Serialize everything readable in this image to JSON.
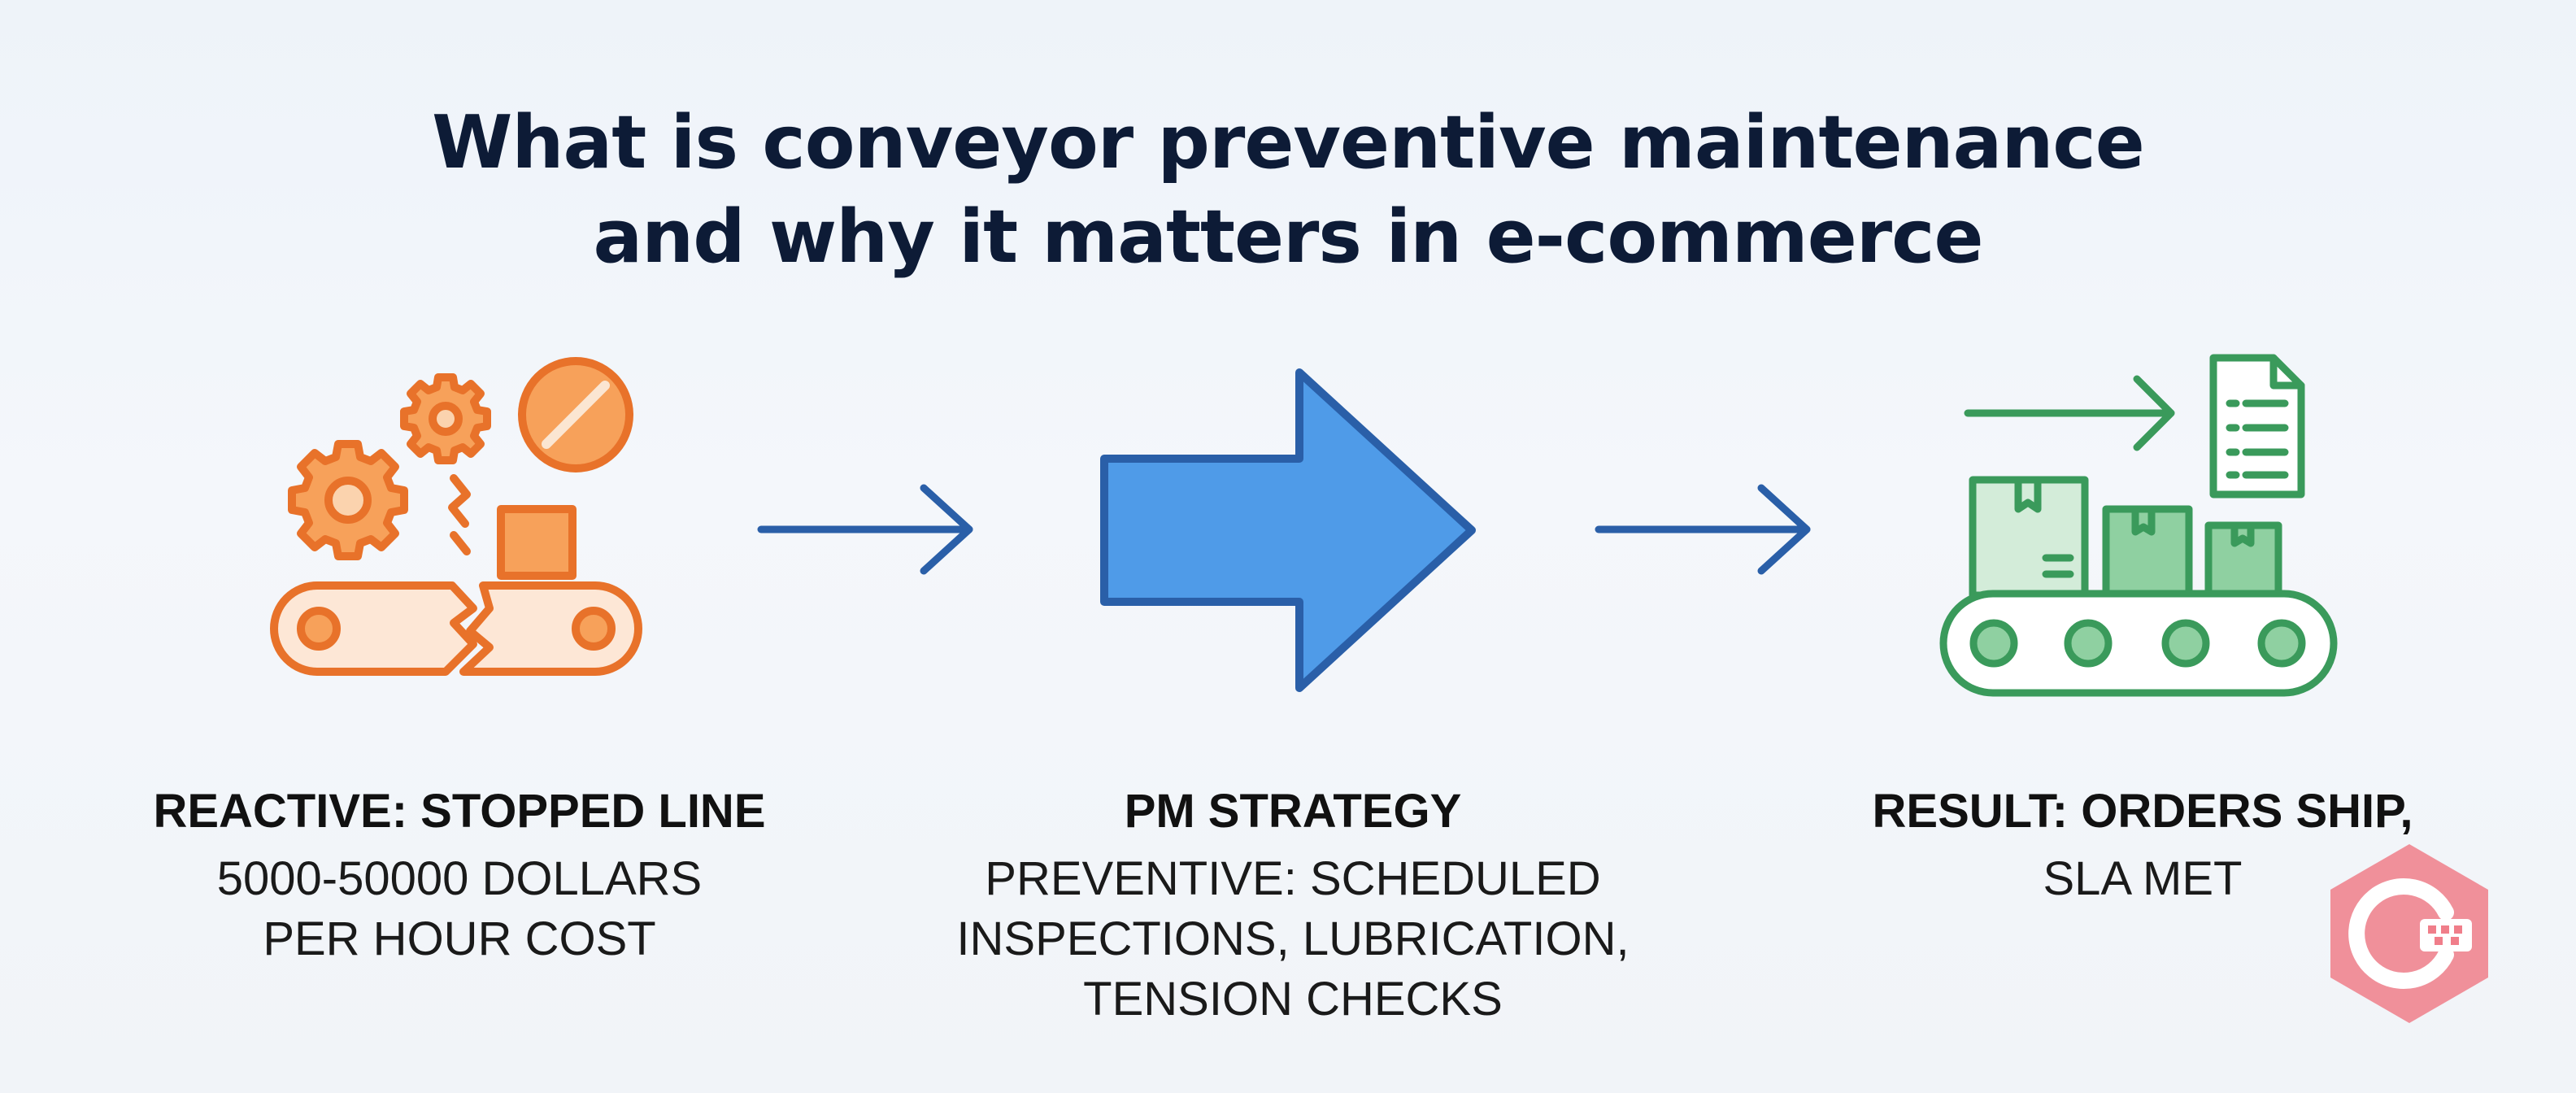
{
  "title": {
    "line1": "What is conveyor preventive maintenance",
    "line2": "and why it matters in e-commerce"
  },
  "stages": [
    {
      "heading": "REACTIVE: STOPPED LINE",
      "body": [
        "5000-50000 DOLLARS",
        "PER HOUR COST"
      ],
      "icon": "broken-conveyor-icon",
      "color": "#e8722a"
    },
    {
      "heading": "PM STRATEGY",
      "body": [
        "PREVENTIVE: SCHEDULED",
        "INSPECTIONS, LUBRICATION,",
        "TENSION CHECKS"
      ],
      "icon": "big-arrow-icon",
      "color": "#4f9be8"
    },
    {
      "heading": "RESULT: ORDERS SHIP,",
      "body": [
        "SLA MET"
      ],
      "icon": "working-conveyor-icon",
      "color": "#3a9a5b"
    }
  ],
  "connectors": {
    "color": "#2a5fa8",
    "icon": "arrow-right-icon"
  },
  "watermark": {
    "icon": "logo-badge-icon",
    "color": "#f07e8a"
  }
}
